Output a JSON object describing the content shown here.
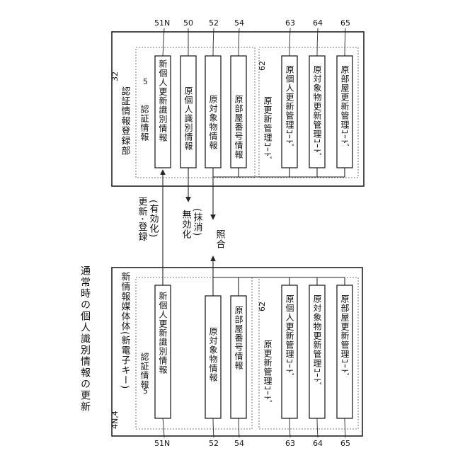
{
  "figure_title": "通常時の個人識別情報の更新",
  "left_panel": {
    "title": "新情報媒体体(新電子キー)",
    "title_ref": "4N,4",
    "auth_group": {
      "label": "認証情報",
      "ref": "5"
    },
    "auth_items": [
      {
        "label": "新個人更新識別情報",
        "ref": "51N"
      },
      {
        "label": "原対象物情報",
        "ref": "52"
      },
      {
        "label": "原部屋番号情報",
        "ref": "54"
      }
    ],
    "code_group": {
      "label": "原更新管理ｺｰﾄﾞ",
      "ref": "62"
    },
    "code_items": [
      {
        "label": "原個人更新管理ｺｰﾄﾞ",
        "ref": "63"
      },
      {
        "label": "原対象物更新管理ｺｰﾄﾞ",
        "ref": "64"
      },
      {
        "label": "原部屋更新管理ｺｰﾄﾞ",
        "ref": "65"
      }
    ]
  },
  "right_panel": {
    "title": "認証情報登録部",
    "title_ref": "32",
    "auth_group": {
      "label": "認証情報",
      "ref": "5"
    },
    "auth_items": [
      {
        "label": "新個人更新識別情報",
        "ref": "51N"
      },
      {
        "label": "原個人識別情報",
        "ref": "50"
      },
      {
        "label": "原対象物情報",
        "ref": "52"
      },
      {
        "label": "原部屋番号情報",
        "ref": "54"
      }
    ],
    "code_group": {
      "label": "原更新管理ｺｰﾄﾞ",
      "ref": "62"
    },
    "code_items": [
      {
        "label": "原個人更新管理ｺｰﾄﾞ",
        "ref": "63"
      },
      {
        "label": "原対象物更新管理ｺｰﾄﾞ",
        "ref": "64"
      },
      {
        "label": "原部屋更新管理ｺｰﾄﾞ",
        "ref": "65"
      }
    ]
  },
  "operations": {
    "update_register": "更新･登録",
    "enable": "(有効化)",
    "invalidate": "無効化",
    "erase": "(抹消)",
    "collate": "照合"
  }
}
